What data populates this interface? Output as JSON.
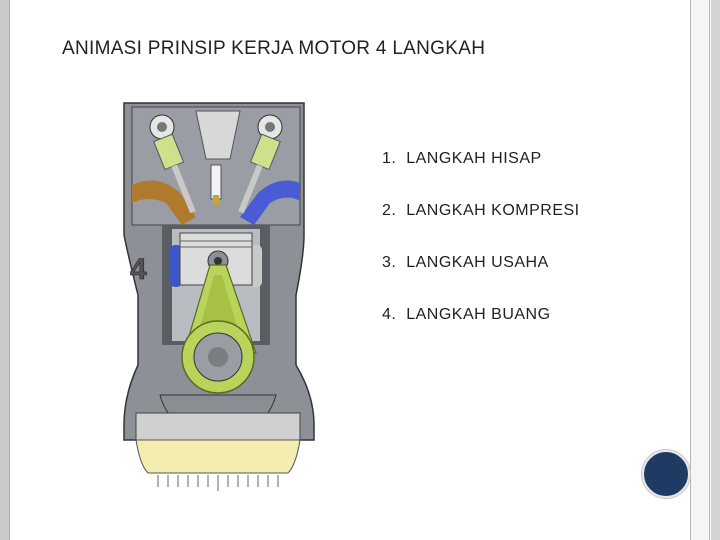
{
  "slide": {
    "title": "ANIMASI PRINSIP KERJA MOTOR 4 LANGKAH",
    "steps": [
      {
        "number": "1.",
        "label": "LANGKAH HISAP"
      },
      {
        "number": "2.",
        "label": "LANGKAH KOMPRESI"
      },
      {
        "number": "3.",
        "label": "LANGKAH USAHA"
      },
      {
        "number": "4.",
        "label": "LANGKAH BUANG"
      }
    ],
    "animation_frame_number": "4"
  },
  "colors": {
    "intake_port": "#b07a2e",
    "exhaust_port": "#4a5bd6",
    "connecting_rod": "#b9d45a",
    "engine_block": "#8d9097",
    "oil_pan": "#f3eeb0",
    "nav_badge": "#1f3a63"
  }
}
